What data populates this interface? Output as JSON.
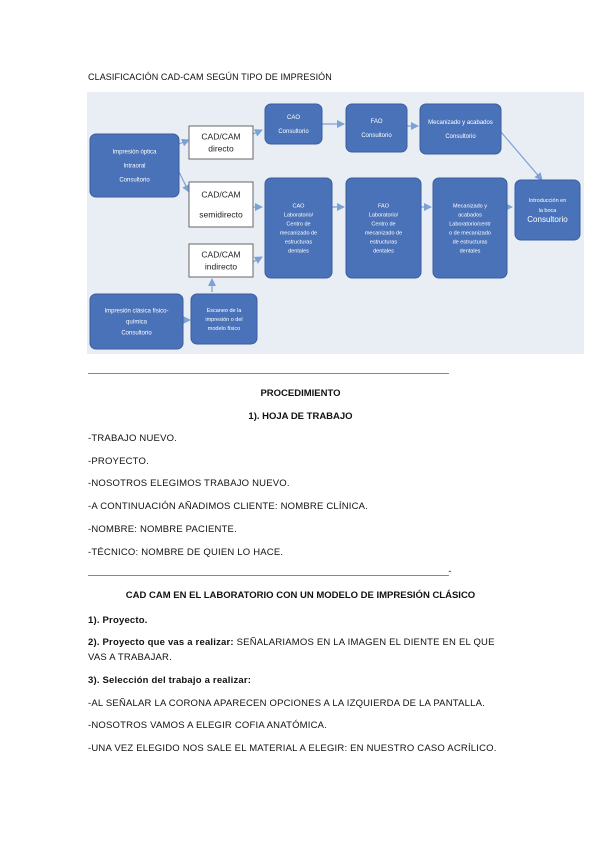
{
  "title": "CLASIFICACIÓN CAD-CAM SEGÚN TIPO DE IMPRESIÓN",
  "diagram": {
    "impresion_optica": [
      "Impresión óptica",
      "Intraoral",
      "Consultorio"
    ],
    "impresion_clasica": [
      "Impresión clásica físico-",
      "química",
      "Consultorio"
    ],
    "cadcam_directo": [
      "CAD/CAM",
      "directo"
    ],
    "cadcam_semidirecto": [
      "CAD/CAM",
      "semidirecto"
    ],
    "cadcam_indirecto": [
      "CAD/CAM",
      "indirecto"
    ],
    "escaneo": [
      "Escaneo de la",
      "impresión o del",
      "modelo físico"
    ],
    "cao_top": [
      "CAO",
      "Consultorio"
    ],
    "fao_top": [
      "FAO",
      "Consultorio"
    ],
    "mecanizado_top": [
      "Mecanizado y acabados",
      "Consultorio"
    ],
    "cao_lab": [
      "CAO",
      "Laboratorio/",
      "Centro de",
      "mecanizado de",
      "estructuras",
      "dentales"
    ],
    "fao_lab": [
      "FAO",
      "Laboratorio/",
      "Centro de",
      "mecanizado de",
      "estructuras",
      "dentales"
    ],
    "mecanizado_lab": [
      "Mecanizado y",
      "acabados",
      "Laboratorio/centr",
      "o de mecanizado",
      "de estructuras",
      "dentales"
    ],
    "introduccion": [
      "Introducción en",
      "la boca",
      "Consultorio"
    ],
    "colors": {
      "box": "#4a72b8",
      "box_border": "#3a5d9e",
      "arrow": "#7aa2d6",
      "white_box_border": "#666666"
    }
  },
  "separator1": "________________________________________________________________________________",
  "procedimiento": "PROCEDIMIENTO",
  "hoja": "1). HOJA DE TRABAJO",
  "hoja_items": [
    "-TRABAJO NUEVO.",
    "-PROYECTO.",
    "-NOSOTROS ELEGIMOS TRABAJO NUEVO.",
    "-A CONTINUACIÓN AÑADIMOS CLIENTE: NOMBRE CLÍNICA.",
    "-NOMBRE: NOMBRE PACIENTE.",
    "-TÉCNICO: NOMBRE DE QUIEN LO HACE."
  ],
  "separator2": "________________________________________________________________________________-",
  "section_title": "CAD CAM EN EL LABORATORIO CON UN MODELO DE IMPRESIÓN CLÁSICO",
  "step1": "1). Proyecto.",
  "step2_bold": "2). Proyecto que vas a realizar:",
  "step2_text": " SEÑALARIAMOS EN LA IMAGEN EL DIENTE EN EL QUE VAS A TRABAJAR.",
  "step3": "3). Selección del trabajo a realizar:",
  "step3_items": [
    "-AL SEÑALAR LA CORONA APARECEN OPCIONES A LA IZQUIERDA DE LA PANTALLA.",
    "-NOSOTROS VAMOS A ELEGIR COFIA ANATÓMICA.",
    "-UNA VEZ ELEGIDO NOS SALE EL MATERIAL A ELEGIR: EN NUESTRO CASO ACRÍLICO."
  ]
}
